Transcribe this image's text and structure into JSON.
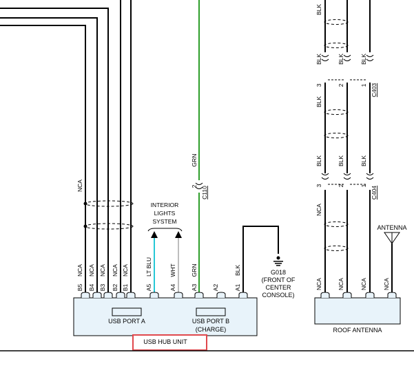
{
  "usb_hub": {
    "unit_label": "USB HUB UNIT",
    "port_a": "USB PORT A",
    "port_b": "USB PORT B",
    "port_b_note": "(CHARGE)",
    "pins": [
      {
        "pin": "B5",
        "color": "NCA"
      },
      {
        "pin": "B4",
        "color": "NCA"
      },
      {
        "pin": "B3",
        "color": "NCA"
      },
      {
        "pin": "B2",
        "color": "NCA"
      },
      {
        "pin": "B1",
        "color": "NCA"
      },
      {
        "pin": "A5",
        "color": "LT BLU"
      },
      {
        "pin": "A4",
        "color": "WHT"
      },
      {
        "pin": "A3",
        "color": "GRN"
      },
      {
        "pin": "A2",
        "color": ""
      },
      {
        "pin": "A1",
        "color": "BLK"
      }
    ],
    "upper_nca": "NCA",
    "grn_upper": "GRN",
    "connector": {
      "pin": "2",
      "name": "C110"
    }
  },
  "interior_lights": {
    "line1": "INTERIOR",
    "line2": "LIGHTS",
    "line3": "SYSTEM"
  },
  "ground": {
    "name": "G018",
    "desc1": "(FRONT OF",
    "desc2": "CENTER",
    "desc3": "CONSOLE)"
  },
  "roof_antenna": {
    "unit_label": "ROOF ANTENNA",
    "antenna_label": "ANTENNA",
    "top_blk": "BLK",
    "row1_colors": [
      "BLK",
      "BLK",
      "BLK"
    ],
    "c403": {
      "name": "C403",
      "pins": [
        "3",
        "2",
        "1"
      ]
    },
    "row2_colors": [
      "BLK",
      "BLK",
      "BLK"
    ],
    "c404": {
      "name": "C404",
      "pins": [
        "3",
        "2",
        "1"
      ]
    },
    "row3_colors": [
      "NCA"
    ],
    "bottom_colors": [
      "NCA",
      "NCA",
      "NCA",
      "NCA"
    ]
  },
  "colors": {
    "grn_wire": "#2e9e2a",
    "lt_blu_wire": "#25c8d6",
    "wht_wire": "#bdbdbd",
    "highlight": "#e0474c",
    "unit_fill": "#e8f3fa"
  }
}
